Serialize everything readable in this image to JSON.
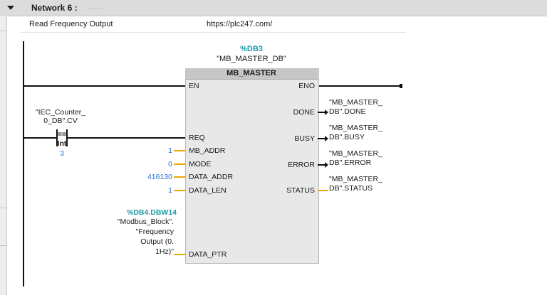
{
  "network": {
    "title": "Network 6 :",
    "comment_placeholder": "......",
    "comment_left": "Read Frequency Output",
    "comment_right": "https://plc247.com/"
  },
  "instance": {
    "address": "%DB3",
    "name": "\"MB_MASTER_DB\""
  },
  "block": {
    "title": "MB_MASTER",
    "inputs": {
      "en": "EN",
      "req": "REQ",
      "mb_addr": "MB_ADDR",
      "mode": "MODE",
      "data_addr": "DATA_ADDR",
      "data_len": "DATA_LEN",
      "data_ptr": "DATA_PTR"
    },
    "outputs": {
      "eno": "ENO",
      "done": "DONE",
      "busy": "BUSY",
      "error": "ERROR",
      "status": "STATUS"
    }
  },
  "input_values": {
    "mb_addr": "1",
    "mode": "0",
    "data_addr": "416130",
    "data_len": "1"
  },
  "data_ptr_operand": {
    "address": "%DB4.DBW14",
    "line1": "\"Modbus_Block\".",
    "line2": "\"Frequency",
    "line3": "Output (0.",
    "line4": "1Hz)\""
  },
  "output_operands": {
    "done": [
      "\"MB_MASTER_",
      "DB\".DONE"
    ],
    "busy": [
      "\"MB_MASTER_",
      "DB\".BUSY"
    ],
    "error": [
      "\"MB_MASTER_",
      "DB\".ERROR"
    ],
    "status": [
      "\"MB_MASTER_",
      "DB\".STATUS"
    ]
  },
  "compare_contact": {
    "operand_line1": "\"IEC_Counter_",
    "operand_line2": "0_DB\".CV",
    "operator": "==",
    "type": "Int",
    "value": "3"
  },
  "colors": {
    "wire": "#111111",
    "param_wire": "#f0a800",
    "constant": "#1f6fd6",
    "address": "#1a9aa8"
  }
}
